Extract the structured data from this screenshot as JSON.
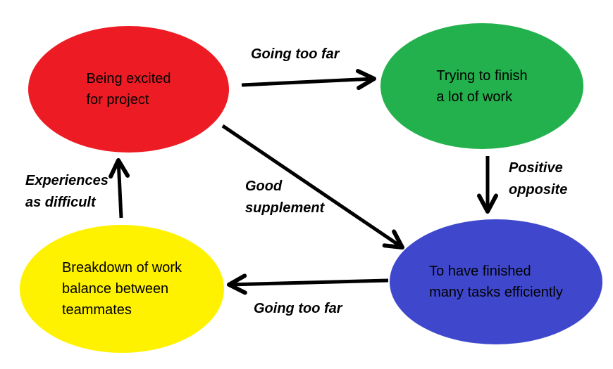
{
  "diagram": {
    "background_color": "#ffffff",
    "text_color": "#000000",
    "arrow_color": "#000000",
    "nodes": [
      {
        "id": "being-excited",
        "label": "Being excited\nfor project",
        "color": "#ed1c24"
      },
      {
        "id": "trying-to-finish",
        "label": "Trying to finish\na lot of work",
        "color": "#22b14c"
      },
      {
        "id": "finished-tasks",
        "label": "To have finished\nmany tasks efficiently",
        "color": "#3f48cc"
      },
      {
        "id": "work-breakdown",
        "label": "Breakdown of work\nbalance between\nteammates",
        "color": "#fff200"
      }
    ],
    "edges": [
      {
        "from": "being-excited",
        "to": "trying-to-finish",
        "label": "Going too far"
      },
      {
        "from": "trying-to-finish",
        "to": "finished-tasks",
        "label": "Positive\nopposite"
      },
      {
        "from": "being-excited",
        "to": "finished-tasks",
        "label": "Good\nsupplement"
      },
      {
        "from": "finished-tasks",
        "to": "work-breakdown",
        "label": "Going too far"
      },
      {
        "from": "work-breakdown",
        "to": "being-excited",
        "label": "Experiences\nas difficult"
      }
    ]
  }
}
